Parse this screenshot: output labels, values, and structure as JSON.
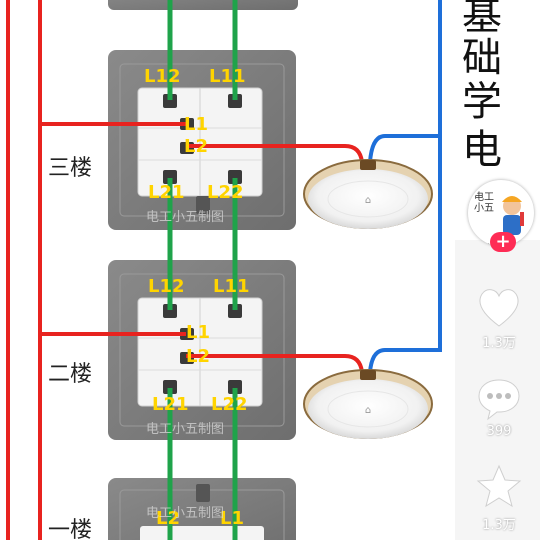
{
  "title_chars": [
    "基",
    "础",
    "学",
    "电",
    "工"
  ],
  "floors": {
    "third": "三楼",
    "second": "二楼",
    "first": "一楼"
  },
  "switch_terminals": {
    "third": {
      "top_left": "L12",
      "top_right": "L11",
      "mid_top": "L1",
      "mid_bottom": "L2",
      "bottom_left": "L21",
      "bottom_right": "L22"
    },
    "second": {
      "top_left": "L12",
      "top_right": "L11",
      "mid_top": "L1",
      "mid_bottom": "L2",
      "bottom_left": "L21",
      "bottom_right": "L22"
    },
    "first": {
      "left": "L2",
      "right": "L1"
    }
  },
  "watermark": "电工小五制图",
  "avatar": {
    "text": "电工小五"
  },
  "actions": {
    "like_count": "1.3万",
    "comment_count": "399",
    "favorite_count": "1.3万"
  },
  "colors": {
    "live_wire": "#e8231f",
    "neutral_wire": "#1e6fd9",
    "traveler_wire": "#1fa34a",
    "terminal_text": "#ffd400",
    "follow_badge": "#fe2c55"
  }
}
